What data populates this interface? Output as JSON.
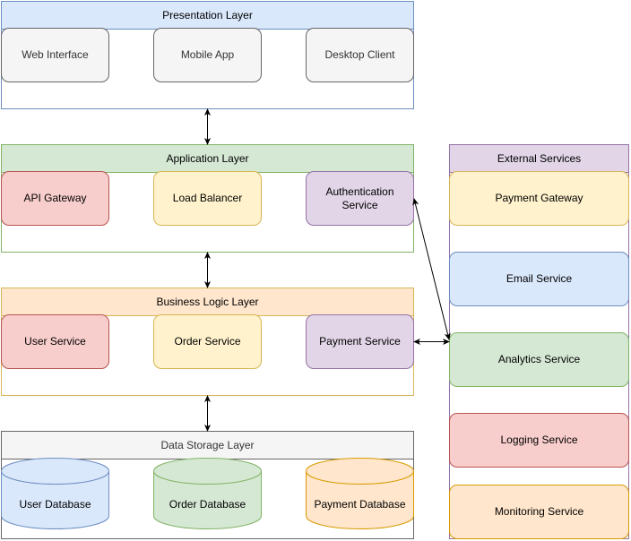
{
  "layers": {
    "presentation": {
      "title": "Presentation Layer",
      "items": [
        "Web Interface",
        "Mobile App",
        "Desktop Client"
      ]
    },
    "application": {
      "title": "Application Layer",
      "items": [
        "API Gateway",
        "Load Balancer",
        "Authentication Service"
      ]
    },
    "business": {
      "title": "Business Logic Layer",
      "items": [
        "User Service",
        "Order Service",
        "Payment Service"
      ]
    },
    "storage": {
      "title": "Data Storage Layer",
      "items": [
        "User Database",
        "Order Database",
        "Payment Database"
      ]
    }
  },
  "external": {
    "title": "External Services",
    "items": [
      "Payment Gateway",
      "Email Service",
      "Analytics Service",
      "Logging Service",
      "Monitoring Service"
    ]
  },
  "colors": {
    "blue_fill": "#dae8fc",
    "blue_stroke": "#6c8ebf",
    "green_fill": "#d5e8d4",
    "green_stroke": "#82b366",
    "orange_fill": "#ffe6cc",
    "orange_stroke": "#d79b00",
    "yellow_fill": "#fff2cc",
    "yellow_stroke": "#d6b656",
    "red_fill": "#f8cecc",
    "red_stroke": "#b85450",
    "purple_fill": "#e1d5e7",
    "purple_stroke": "#9673a6",
    "gray_fill": "#f5f5f5",
    "gray_stroke": "#666666"
  }
}
